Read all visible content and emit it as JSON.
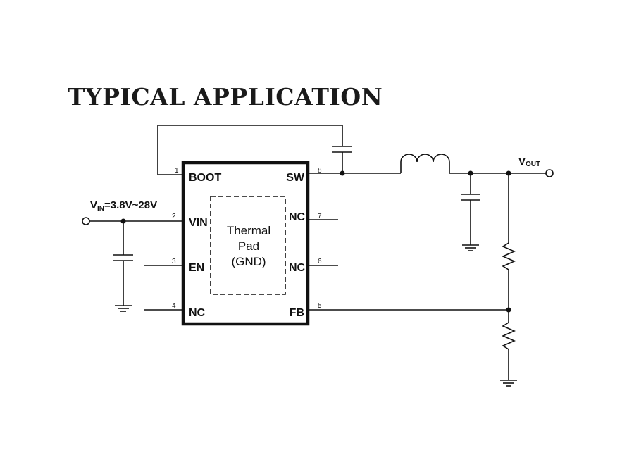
{
  "title": "TYPICAL APPLICATION",
  "ic": {
    "pins": [
      {
        "num": "1",
        "label": "BOOT"
      },
      {
        "num": "2",
        "label": "VIN"
      },
      {
        "num": "3",
        "label": "EN"
      },
      {
        "num": "4",
        "label": "NC"
      },
      {
        "num": "8",
        "label": "SW"
      },
      {
        "num": "7",
        "label": "NC"
      },
      {
        "num": "6",
        "label": "NC"
      },
      {
        "num": "5",
        "label": "FB"
      }
    ],
    "thermal_pad": [
      "Thermal",
      "Pad",
      "(GND)"
    ]
  },
  "vin": {
    "main": "V",
    "sub": "IN",
    "rest": "=3.8V~28V"
  },
  "vout": {
    "main": "V",
    "sub": "OUT"
  }
}
